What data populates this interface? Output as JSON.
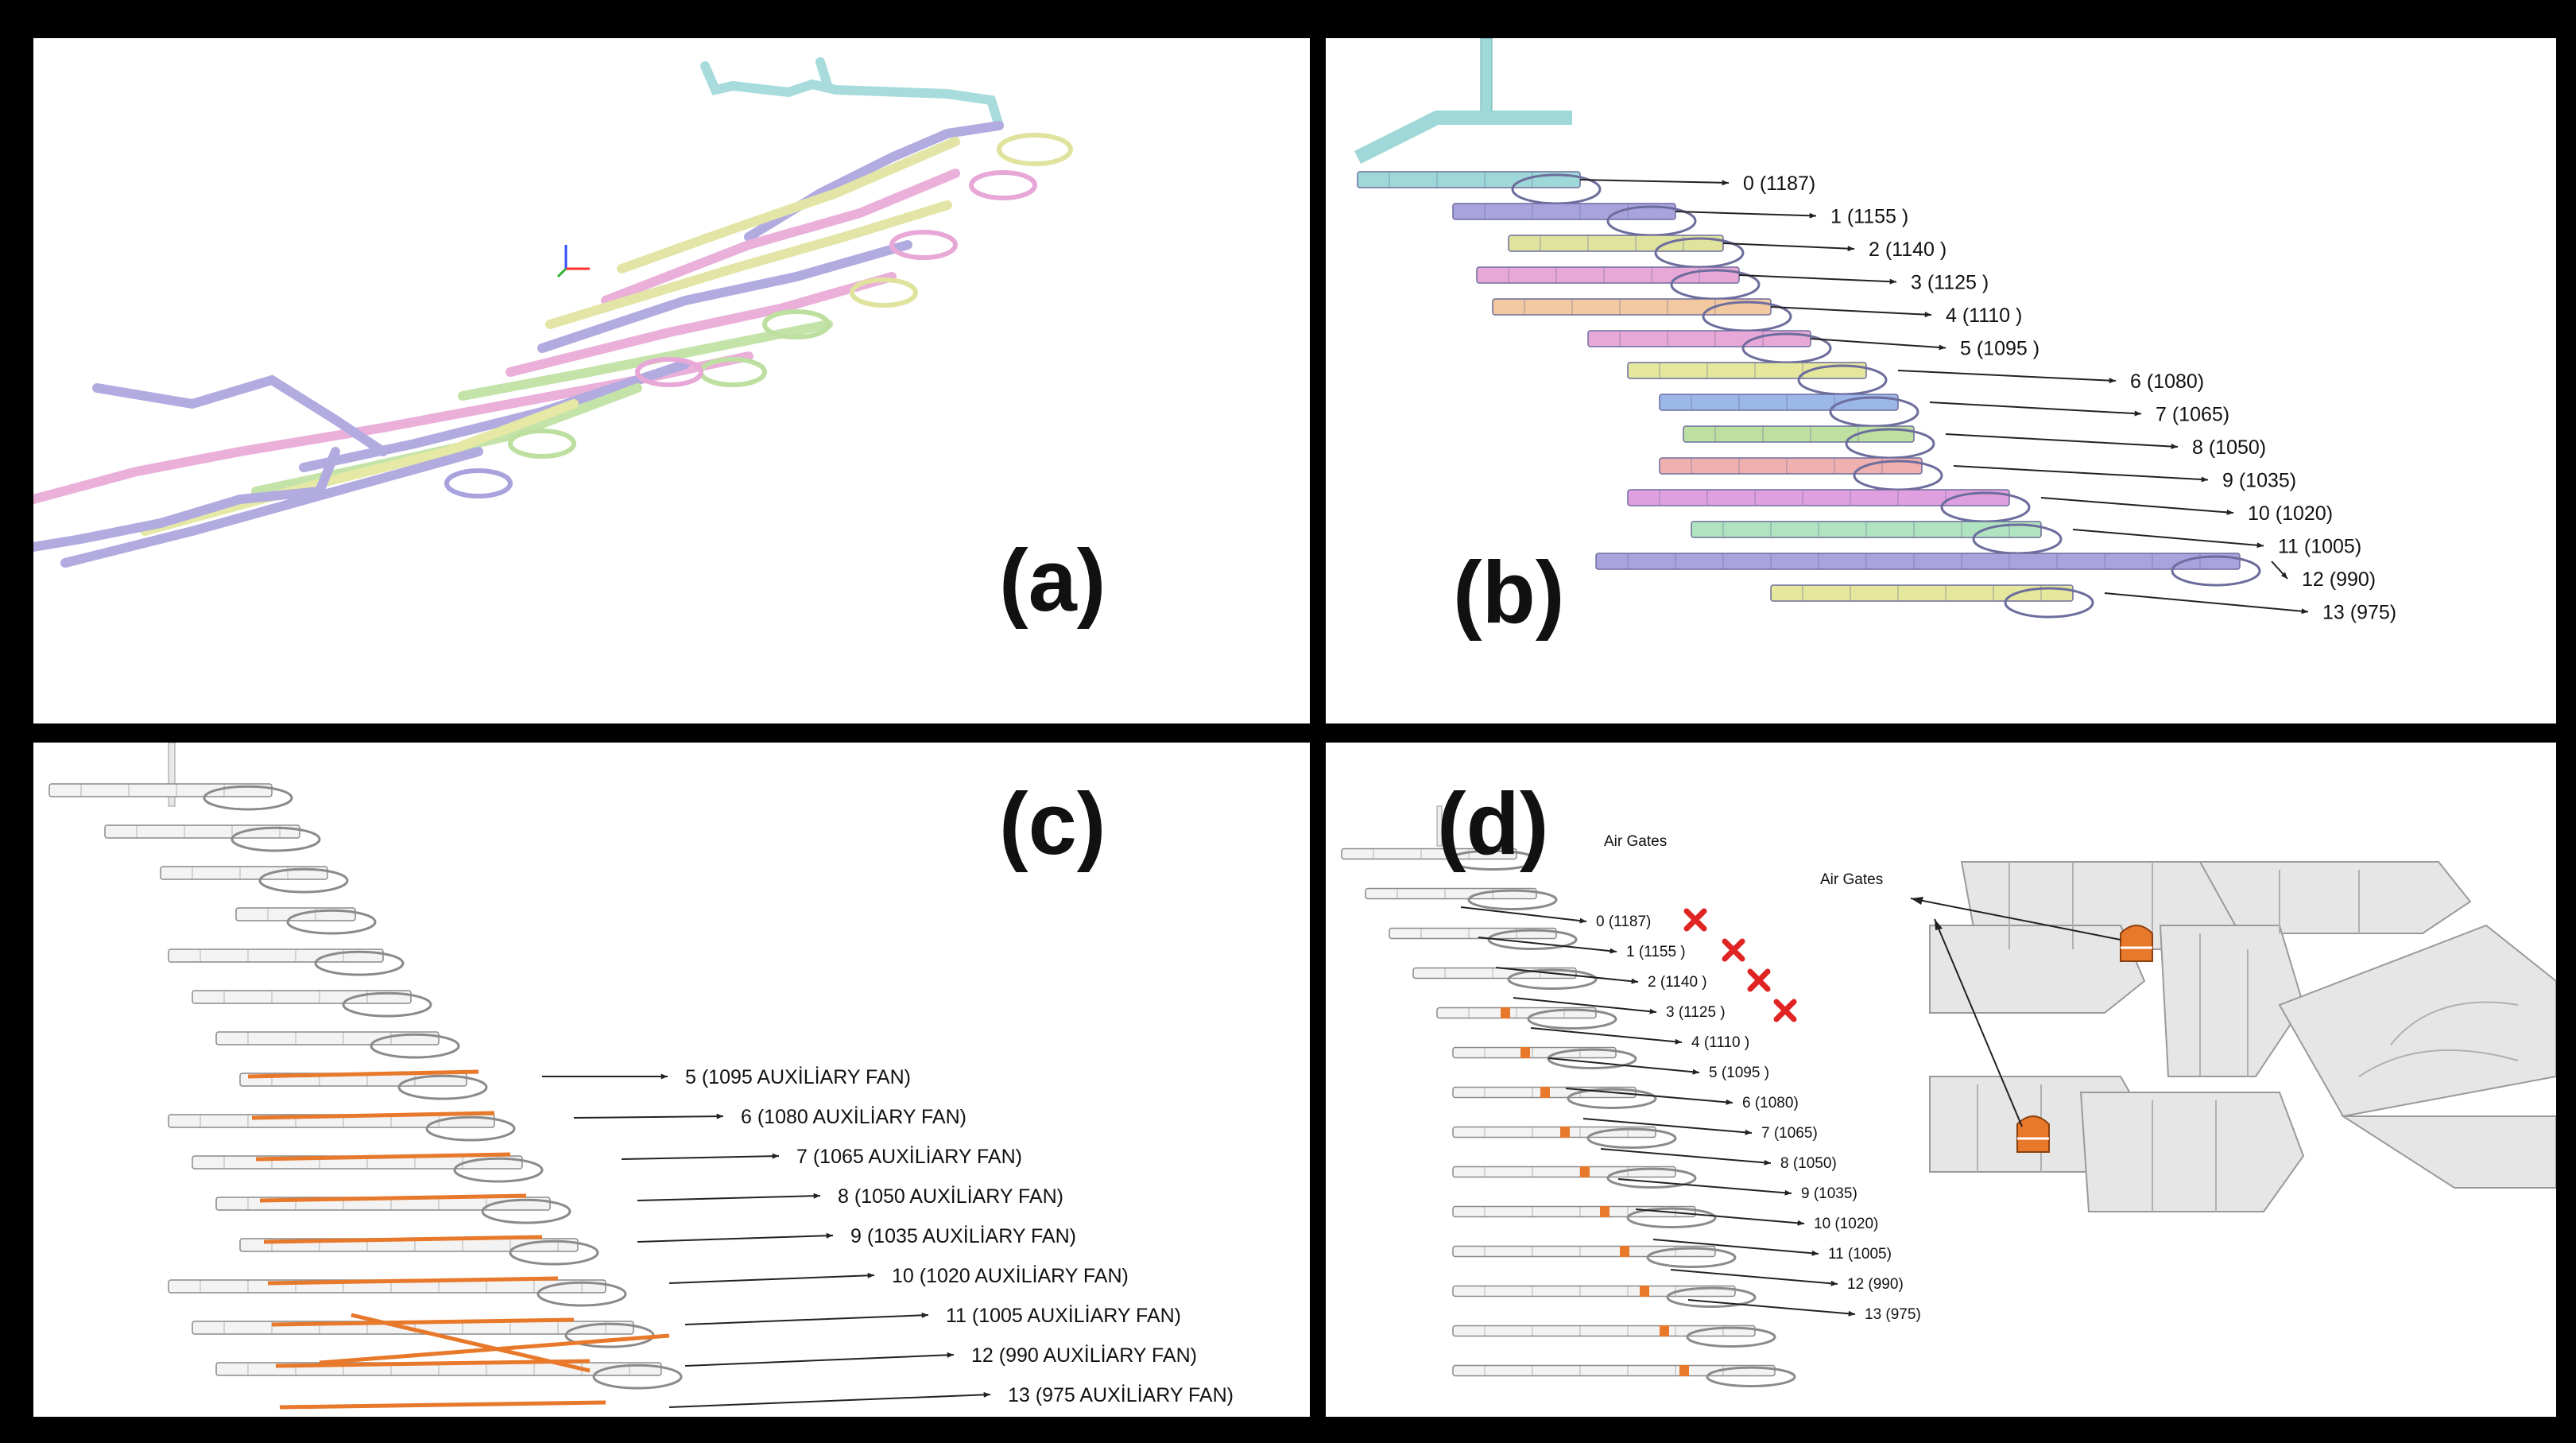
{
  "panels": {
    "a": {
      "letter": "(a)"
    },
    "b": {
      "letter": "(b)",
      "levels": [
        "0 (1187)",
        "1 (1155 )",
        "2 (1140 )",
        "3 (1125 )",
        "4 (1110 )",
        "5 (1095 )",
        "6 (1080)",
        "7 (1065)",
        "8 (1050)",
        "9 (1035)",
        "10 (1020)",
        "11 (1005)",
        "12 (990)",
        "13 (975)"
      ],
      "colors": [
        "#9fd8d8",
        "#a9a3dd",
        "#dfe39d",
        "#e8a8d7",
        "#f2c9a0",
        "#e8a8d7",
        "#e4e79c",
        "#9bb7e8",
        "#bde0a0",
        "#f0b0b0",
        "#e0a0e0",
        "#b0e4c0",
        "#a9a3dd",
        "#e4e79c"
      ]
    },
    "c": {
      "letter": "(c)",
      "levels": [
        "5 (1095 AUXİLİARY FAN)",
        "6 (1080 AUXİLİARY FAN)",
        "7 (1065 AUXİLİARY FAN)",
        "8 (1050 AUXİLİARY FAN)",
        "9 (1035 AUXİLİARY FAN)",
        "10 (1020 AUXİLİARY FAN)",
        "11 (1005 AUXİLİARY FAN)",
        "12 (990 AUXİLİARY FAN)",
        "13 (975 AUXİLİARY FAN)"
      ]
    },
    "d": {
      "letter": "(d)",
      "air_gates_left": "Air Gates",
      "air_gates_right": "Air Gates",
      "levels": [
        "0 (1187)",
        "1 (1155 )",
        "2 (1140 )",
        "3 (1125 )",
        "4 (1110 )",
        "5 (1095 )",
        "6 (1080)",
        "7 (1065)",
        "8 (1050)",
        "9 (1035)",
        "10 (1020)",
        "11 (1005)",
        "12 (990)",
        "13 (975)"
      ],
      "closed_levels": [
        0,
        1,
        2,
        3
      ]
    }
  },
  "colors": {
    "fan": "#e8782a",
    "gate": "#e8782a",
    "cross": "#e02424",
    "gray_tunnel": "#bdbdbd"
  }
}
